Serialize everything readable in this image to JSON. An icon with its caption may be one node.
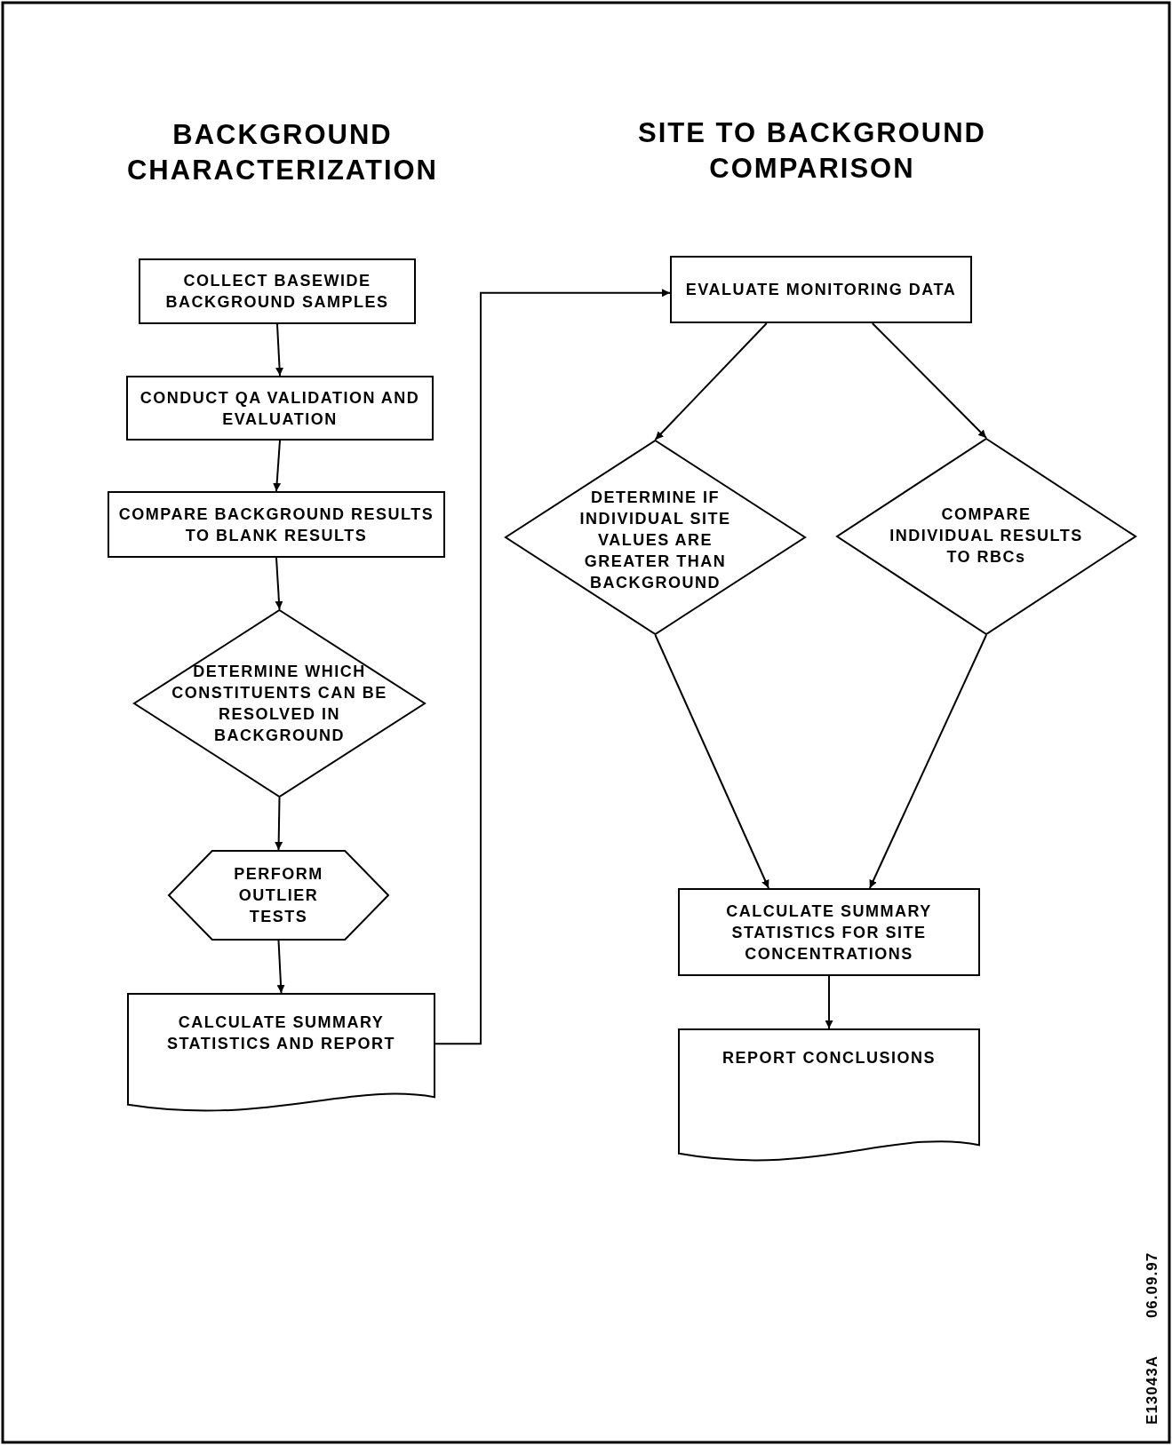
{
  "diagram": {
    "nodes": [
      {
        "text": [
          "COLLECT BASEWIDE BACKGROUND SAMPLES"
        ]
      },
      {
        "text": [
          "CONDUCT QA VALIDATION AND EVALUATION"
        ]
      },
      {
        "text": [
          "COMPARE BACKGROUND RESULTS TO BLANK RESULTS"
        ]
      },
      {
        "text": [
          "DETERMINE WHICH CONSTITUENTS CAN BE RESOLVED IN BACKGROUND"
        ]
      },
      {
        "text": [
          "PERFORM OUTLIER TESTS"
        ]
      },
      {
        "text": [
          "CALCULATE SUMMARY STATISTICS AND REPORT"
        ]
      },
      {
        "text": [
          "EVALUATE MONITORING DATA"
        ]
      },
      {
        "text": [
          "DETERMINE IF INDIVIDUAL SITE VALUES ARE GREATER THAN BACKGROUND"
        ]
      },
      {
        "text": [
          "COMPARE INDIVIDUAL RESULTS TO RBCs"
        ]
      },
      {
        "text": [
          "CALCULATE SUMMARY STATISTICS FOR SITE CONCENTRATIONS"
        ]
      },
      {
        "text": [
          "REPORT CONCLUSIONS"
        ]
      }
    ],
    "edges": [
      {
        "from": 0,
        "to": 1,
        "arrow": "to"
      },
      {
        "from": 1,
        "to": 2,
        "arrow": "to"
      },
      {
        "from": 2,
        "to": 3,
        "arrow": "to"
      },
      {
        "from": 3,
        "to": 4,
        "arrow": "to"
      },
      {
        "from": 4,
        "to": 5,
        "arrow": "to"
      },
      {
        "from": 5,
        "to": 6,
        "arrow": "to"
      },
      {
        "from": 6,
        "to": 7,
        "arrow": "to"
      },
      {
        "from": 6,
        "to": 8,
        "arrow": "to"
      },
      {
        "from": 7,
        "to": 9,
        "arrow": "to"
      },
      {
        "from": 8,
        "to": 9,
        "arrow": "to"
      },
      {
        "from": 9,
        "to": 10,
        "arrow": "to"
      }
    ],
    "labels": [
      "BACKGROUND CHARACTERIZATION",
      "SITE TO BACKGROUND COMPARISON",
      "E13043A",
      "06.09.97"
    ]
  }
}
